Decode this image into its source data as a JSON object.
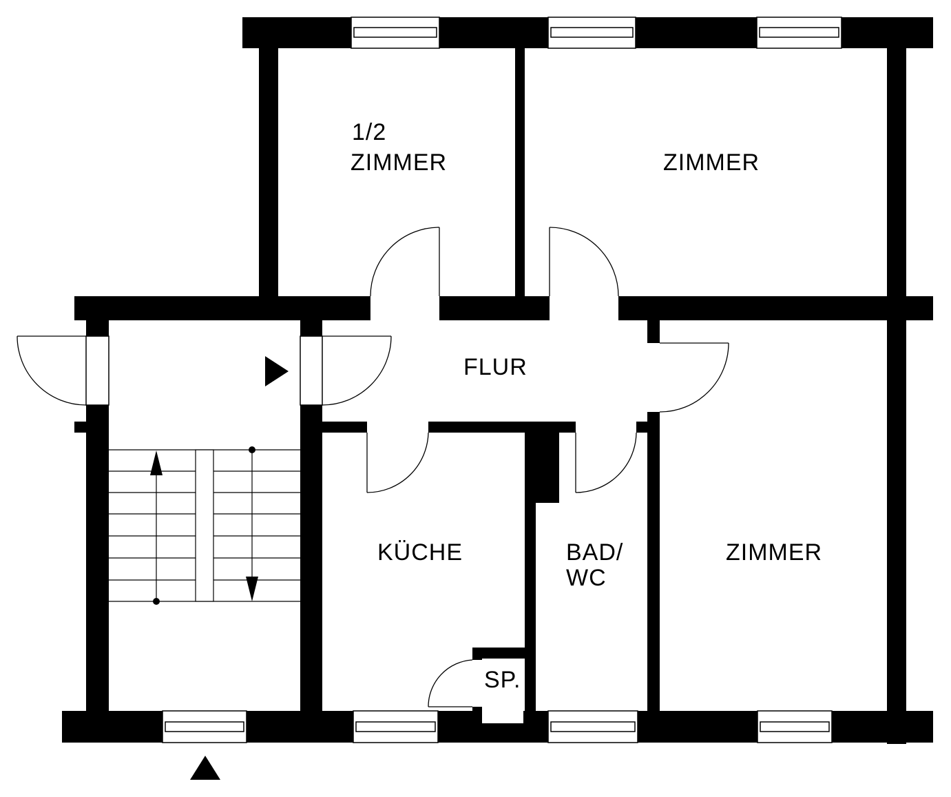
{
  "plan": {
    "rooms": {
      "half_room_line1": "1/2",
      "half_room_line2": "ZIMMER",
      "room_top_right": "ZIMMER",
      "hallway": "FLUR",
      "kitchen": "KÜCHE",
      "bath_line1": "BAD/",
      "bath_line2": "WC",
      "room_bottom_right": "ZIMMER",
      "pantry": "SP."
    },
    "colors": {
      "wall": "#000000",
      "background": "#ffffff"
    },
    "symbols": [
      "entrance-arrow-icon",
      "north-arrow-icon",
      "stair-up-arrow-icon",
      "stair-down-arrow-icon"
    ]
  }
}
